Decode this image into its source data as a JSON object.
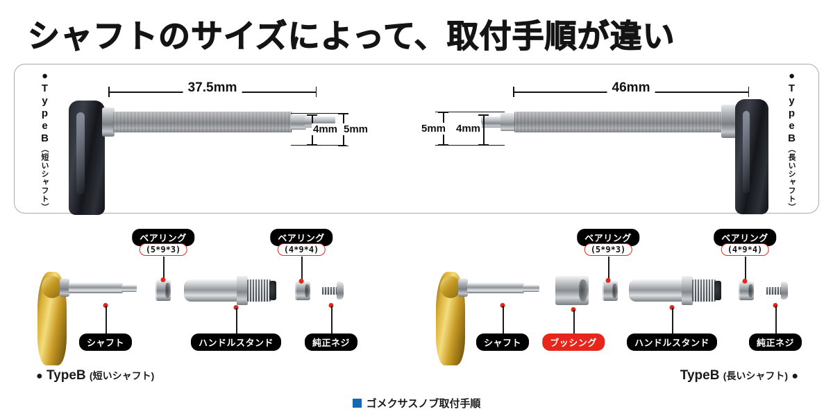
{
  "title": "シャフトのサイズによって、取付手順が違い",
  "top_panel": {
    "left_vertical_label": "●TypeB",
    "left_vertical_sub": "（短いシャフト）",
    "right_vertical_label": "●TypeB",
    "right_vertical_sub": "（長いシャフト）",
    "left_dims": {
      "length": "37.5mm",
      "inner": "4mm",
      "outer": "5mm"
    },
    "right_dims": {
      "length": "46mm",
      "inner": "4mm",
      "outer": "5mm"
    }
  },
  "left_assembly": {
    "caption_bullet": "●",
    "caption_type": "TypeB",
    "caption_sub": "(短いシャフト)",
    "labels": {
      "bearing1": "ベアリング",
      "bearing1_size": "(5*9*3)",
      "bearing2": "ベアリング",
      "bearing2_size": "(4*9*4)",
      "shaft": "シャフト",
      "handle_stand": "ハンドルスタンド",
      "screw": "純正ネジ"
    }
  },
  "right_assembly": {
    "caption_type": "TypeB",
    "caption_sub": "(長いシャフト)",
    "caption_bullet": "●",
    "labels": {
      "bearing1": "ベアリング",
      "bearing1_size": "(5*9*3)",
      "bearing2": "ベアリング",
      "bearing2_size": "(4*9*4)",
      "shaft": "シャフト",
      "bushing": "ブッシング",
      "handle_stand": "ハンドルスタンド",
      "screw": "純正ネジ"
    }
  },
  "footer": {
    "text": "ゴメクサスノブ取付手順"
  },
  "colors": {
    "accent_red": "#e8251b",
    "footer_blue": "#1668b3",
    "gold": "#d8ae37",
    "panel_border": "#aaaaaa"
  }
}
